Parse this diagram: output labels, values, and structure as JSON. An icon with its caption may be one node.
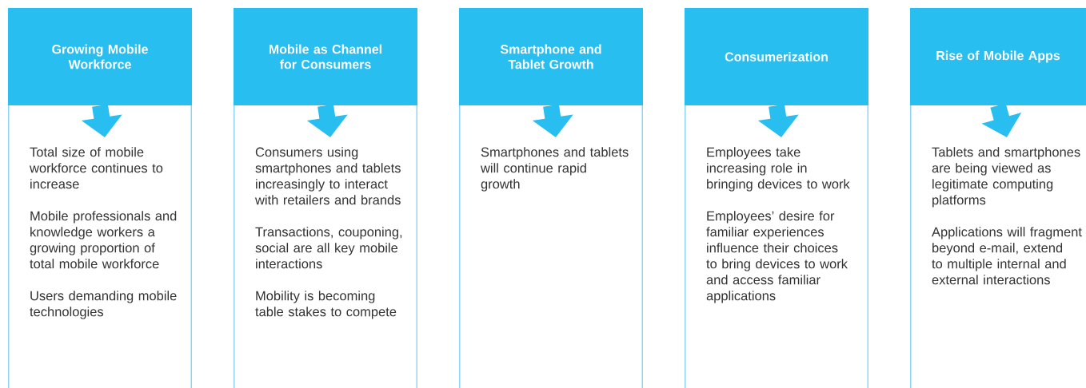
{
  "diagram": {
    "nodes": [
      {
        "text": [
          "Growing Mobile Workforce"
        ]
      },
      {
        "text": [
          "Total size of mobile workforce continues to increase",
          "Mobile professionals and knowledge workers a growing proportion of total mobile workforce",
          "Users demanding mobile technologies"
        ]
      },
      {
        "text": [
          "Mobile as Channel for Consumers"
        ]
      },
      {
        "text": [
          "Consumers using smartphones and tablets increasingly to interact with retailers and brands",
          "Transactions, couponing, social are all key mobile interactions",
          "Mobility is becoming table stakes to compete"
        ]
      },
      {
        "text": [
          "Smartphone and Tablet Growth"
        ]
      },
      {
        "text": [
          "Smartphones and tablets will continue rapid growth"
        ]
      },
      {
        "text": [
          "Consumerization"
        ]
      },
      {
        "text": [
          "Employees take increasing role in bringing devices to work",
          "Employees’ desire for familiar experiences influence their choices to bring devices to work and access familiar applications"
        ]
      },
      {
        "text": [
          "Rise of Mobile Apps"
        ]
      },
      {
        "text": [
          "Tablets and smartphones are being viewed as legitimate computing platforms",
          "Applications will fragment beyond e-mail, extend to multiple internal and external interactions"
        ]
      }
    ],
    "edges": [
      {
        "from": 0,
        "to": 1,
        "arrow": "to"
      },
      {
        "from": 2,
        "to": 3,
        "arrow": "to"
      },
      {
        "from": 4,
        "to": 5,
        "arrow": "to"
      },
      {
        "from": 6,
        "to": 7,
        "arrow": "to"
      },
      {
        "from": 8,
        "to": 9,
        "arrow": "to"
      }
    ]
  }
}
